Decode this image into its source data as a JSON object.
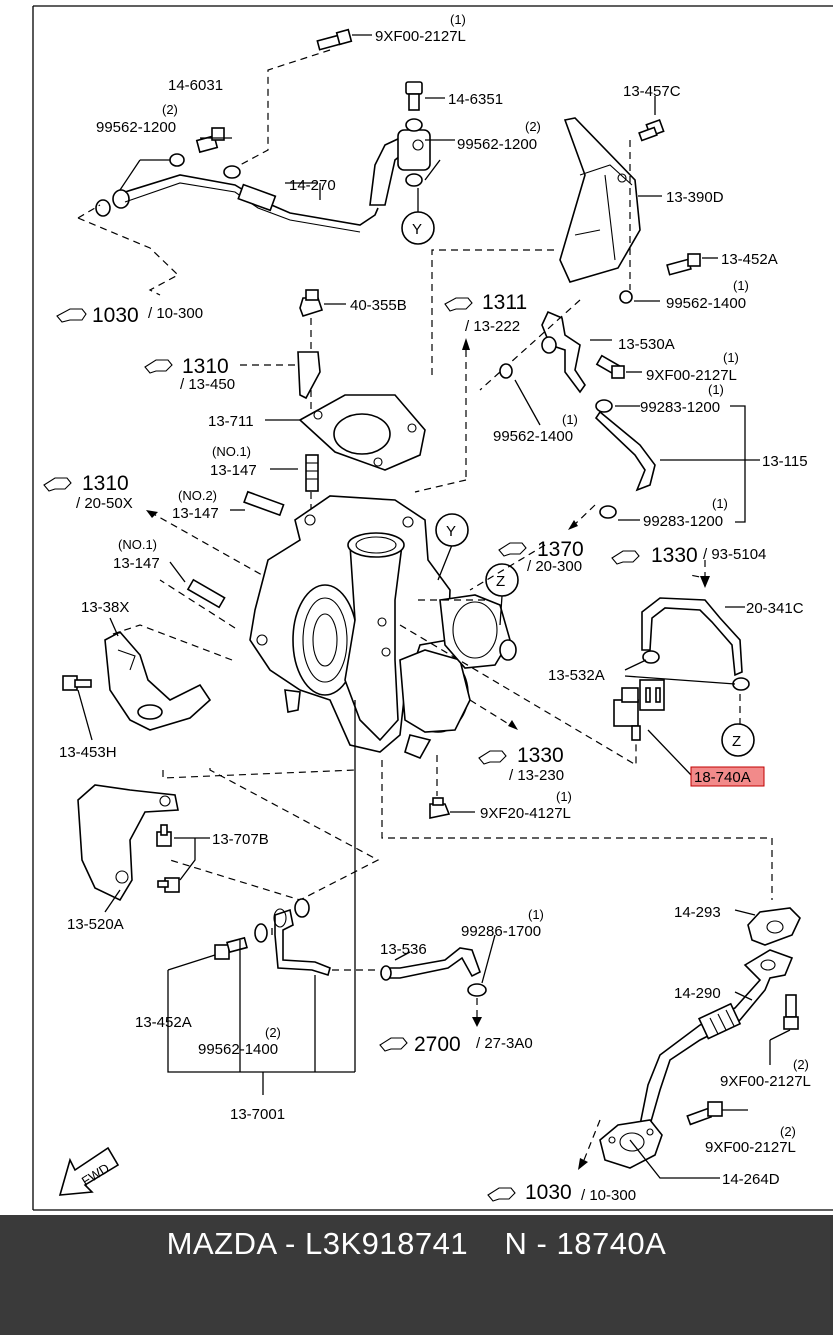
{
  "footer": {
    "caption": "MAZDA - L3K918741    N - 18740A"
  },
  "highlight_color": "#f28a8a",
  "labels": {
    "q1": "(1)",
    "p_9xf00_top": "9XF00-2127L",
    "p14_6031": "14-6031",
    "p14_6351": "14-6351",
    "q2a": "(2)",
    "p99562_1200a": "99562-1200",
    "q2b": "(2)",
    "p99562_1200b": "99562-1200",
    "p13_457c": "13-457C",
    "p14_270": "14-270",
    "p13_390d": "13-390D",
    "y1": "Y",
    "p13_452a_top": "13-452A",
    "q1b": "(1)",
    "p99562_1400a": "99562-1400",
    "ref1030a_num": "1030",
    "ref1030a_sub": "/ 10-300",
    "p40_355b": "40-355B",
    "ref1311_num": "1311",
    "ref1311_sub": "/ 13-222",
    "p13_530a": "13-530A",
    "q1c": "(1)",
    "p9xf00_mid": "9XF00-2127L",
    "ref1310a_num": "1310",
    "ref1310a_sub": "/ 13-450",
    "q1d": "(1)",
    "p99283_1200a": "99283-1200",
    "p13_711": "13-711",
    "q1e": "(1)",
    "p99562_1400b": "99562-1400",
    "p13_115": "13-115",
    "no1a": "(NO.1)",
    "p13_147a": "13-147",
    "ref1310b_num": "1310",
    "ref1310b_sub": "/ 20-50X",
    "no2": "(NO.2)",
    "p13_147b": "13-147",
    "q1f": "(1)",
    "p99283_1200b": "99283-1200",
    "y2": "Y",
    "ref1370_num": "1370",
    "ref1370_sub": "/ 20-300",
    "ref1330a_num": "1330",
    "ref1330a_sub": "/ 93-5104",
    "no1b": "(NO.1)",
    "p13_147c": "13-147",
    "z1": "Z",
    "p20_341c": "20-341C",
    "p13_38x": "13-38X",
    "p13_532a": "13-532A",
    "p13_453h": "13-453H",
    "z2": "Z",
    "ref1330b_num": "1330",
    "ref1330b_sub": "/ 13-230",
    "p18_740a": "18-740A",
    "q1g": "(1)",
    "p9xf20": "9XF20-4127L",
    "p13_707b": "13-707B",
    "p13_520a": "13-520A",
    "p14_293": "14-293",
    "q1h": "(1)",
    "p99286_1700": "99286-1700",
    "p13_536": "13-536",
    "p14_290": "14-290",
    "p13_452a_bot": "13-452A",
    "q2c": "(2)",
    "p99562_1400c": "99562-1400",
    "ref2700_num": "2700",
    "ref2700_sub": "/ 27-3A0",
    "q2d": "(2)",
    "p9xf00_bot1": "9XF00-2127L",
    "p13_7001": "13-7001",
    "q2e": "(2)",
    "p9xf00_bot2": "9XF00-2127L",
    "p14_264d": "14-264D",
    "ref1030b_num": "1030",
    "ref1030b_sub": "/ 10-300",
    "fwd": "FWD"
  }
}
